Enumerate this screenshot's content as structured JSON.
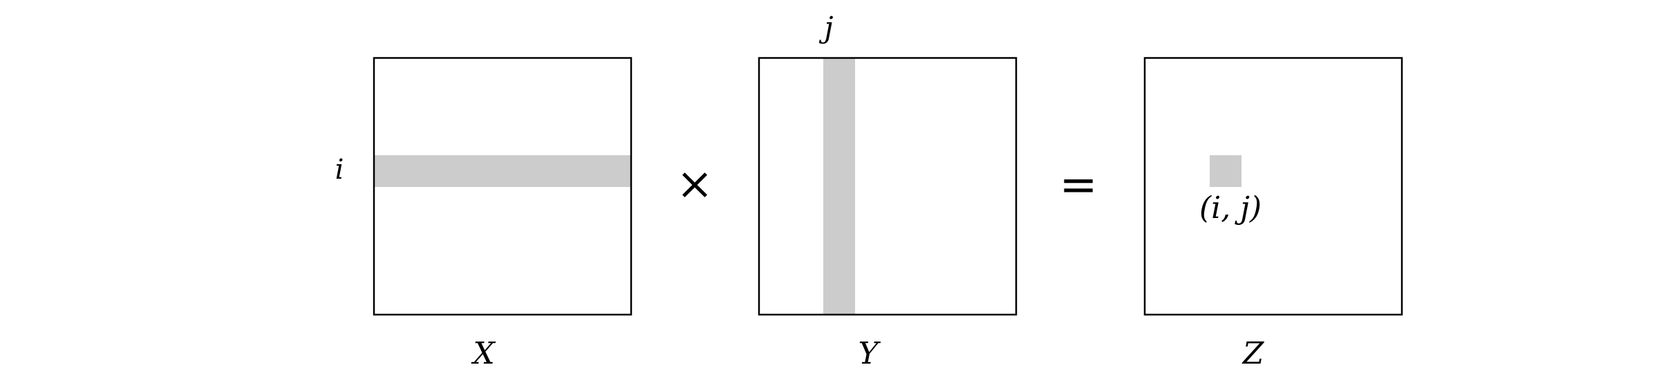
{
  "labels": {
    "row_index": "i",
    "col_index": "j",
    "cell_index": "(i, j)",
    "matrix_x": "X",
    "matrix_y": "Y",
    "matrix_z": "Z",
    "multiply_symbol": "×",
    "equals_symbol": "="
  },
  "colors": {
    "highlight": "#cccccc",
    "stroke": "#000000",
    "background": "#ffffff"
  }
}
